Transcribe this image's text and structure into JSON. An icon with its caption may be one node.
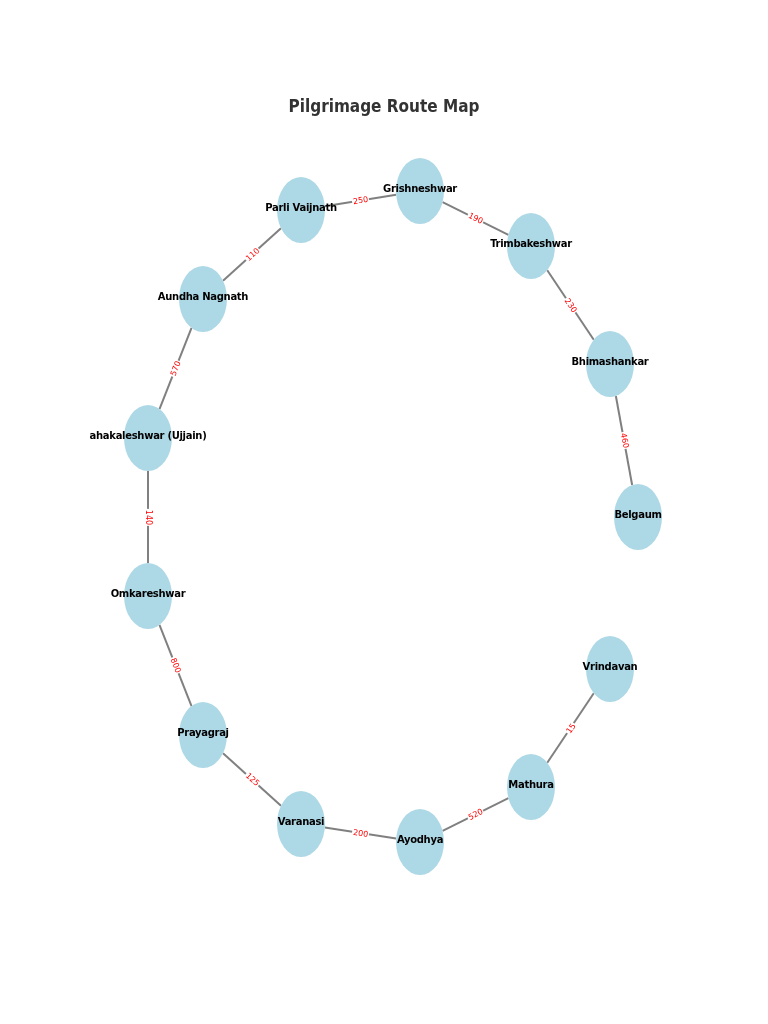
{
  "diagram": {
    "title": "Pilgrimage Route Map",
    "nodes": [
      {
        "text": [
          "Grishneshwar"
        ]
      },
      {
        "text": [
          "Parli Vaijnath"
        ]
      },
      {
        "text": [
          "Trimbakeshwar"
        ]
      },
      {
        "text": [
          "Aundha Nagnath"
        ]
      },
      {
        "text": [
          "Bhimashankar"
        ]
      },
      {
        "text": [
          "ahakaleshwar (Ujjain)"
        ]
      },
      {
        "text": [
          "Belgaum"
        ]
      },
      {
        "text": [
          "Omkareshwar"
        ]
      },
      {
        "text": [
          "Vrindavan"
        ]
      },
      {
        "text": [
          "Prayagraj"
        ]
      },
      {
        "text": [
          "Mathura"
        ]
      },
      {
        "text": [
          "Varanasi"
        ]
      },
      {
        "text": [
          "Ayodhya"
        ]
      }
    ],
    "edges": [
      {
        "from": 0,
        "to": 1,
        "arrow": "none",
        "label": "250"
      },
      {
        "from": 0,
        "to": 2,
        "arrow": "none",
        "label": "190"
      },
      {
        "from": 2,
        "to": 4,
        "arrow": "none",
        "label": "230"
      },
      {
        "from": 4,
        "to": 6,
        "arrow": "none",
        "label": "460"
      },
      {
        "from": 1,
        "to": 3,
        "arrow": "none",
        "label": "110"
      },
      {
        "from": 3,
        "to": 5,
        "arrow": "none",
        "label": "570"
      },
      {
        "from": 5,
        "to": 7,
        "arrow": "none",
        "label": "140"
      },
      {
        "from": 7,
        "to": 9,
        "arrow": "none",
        "label": "800"
      },
      {
        "from": 9,
        "to": 11,
        "arrow": "none",
        "label": "125"
      },
      {
        "from": 11,
        "to": 12,
        "arrow": "none",
        "label": "200"
      },
      {
        "from": 12,
        "to": 10,
        "arrow": "none",
        "label": "520"
      },
      {
        "from": 10,
        "to": 8,
        "arrow": "none",
        "label": "15"
      }
    ]
  }
}
